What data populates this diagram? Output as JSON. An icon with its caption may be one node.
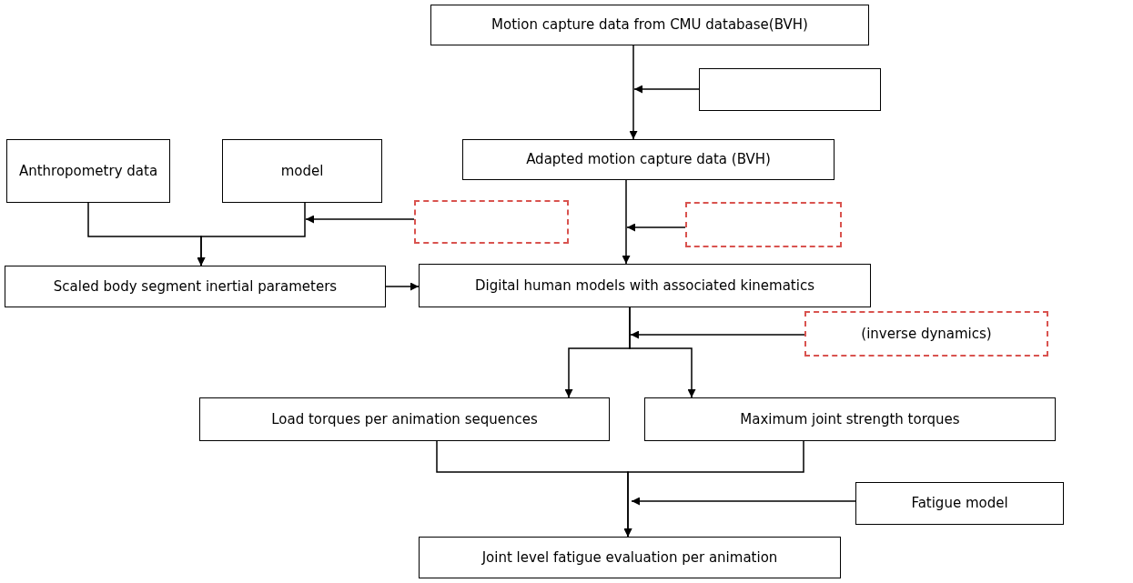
{
  "diagram": {
    "nodes": [
      {
        "text": [
          "Motion capture data from CMU database(BVH)"
        ]
      },
      {
        "text": [],
        "shape": "box"
      },
      {
        "text": [
          "Adapted motion capture data (BVH)"
        ]
      },
      {
        "text": [
          "Anthropometry data"
        ]
      },
      {
        "text": [
          "model"
        ]
      },
      {
        "text": [],
        "shape": "box"
      },
      {
        "text": [],
        "shape": "box"
      },
      {
        "text": [
          "Scaled body segment inertial parameters"
        ]
      },
      {
        "text": [
          "Digital human models with associated kinematics"
        ]
      },
      {
        "text": [
          "(inverse dynamics)"
        ]
      },
      {
        "text": [
          "Load torques per animation sequences"
        ]
      },
      {
        "text": [
          "Maximum joint strength torques"
        ]
      },
      {
        "text": [
          "Fatigue model"
        ]
      },
      {
        "text": [
          "Joint level fatigue evaluation per animation"
        ]
      }
    ],
    "edges": [
      {
        "from": 0,
        "to": 2,
        "arrow": "to"
      },
      {
        "from": 1,
        "to": null,
        "arrow": "to"
      },
      {
        "from": 3,
        "to": 7,
        "arrow": "to"
      },
      {
        "from": 4,
        "to": 7,
        "arrow": "to"
      },
      {
        "from": 5,
        "to": 4,
        "arrow": "to"
      },
      {
        "from": 2,
        "to": 8,
        "arrow": "to"
      },
      {
        "from": 6,
        "to": null,
        "arrow": "to"
      },
      {
        "from": 7,
        "to": 8,
        "arrow": "to"
      },
      {
        "from": 8,
        "to": 10,
        "arrow": "to"
      },
      {
        "from": 8,
        "to": 11,
        "arrow": "to"
      },
      {
        "from": 9,
        "to": 8,
        "arrow": "to"
      },
      {
        "from": 10,
        "to": 13,
        "arrow": "to"
      },
      {
        "from": 11,
        "to": 13,
        "arrow": "to"
      },
      {
        "from": 12,
        "to": null,
        "arrow": "to"
      }
    ]
  }
}
